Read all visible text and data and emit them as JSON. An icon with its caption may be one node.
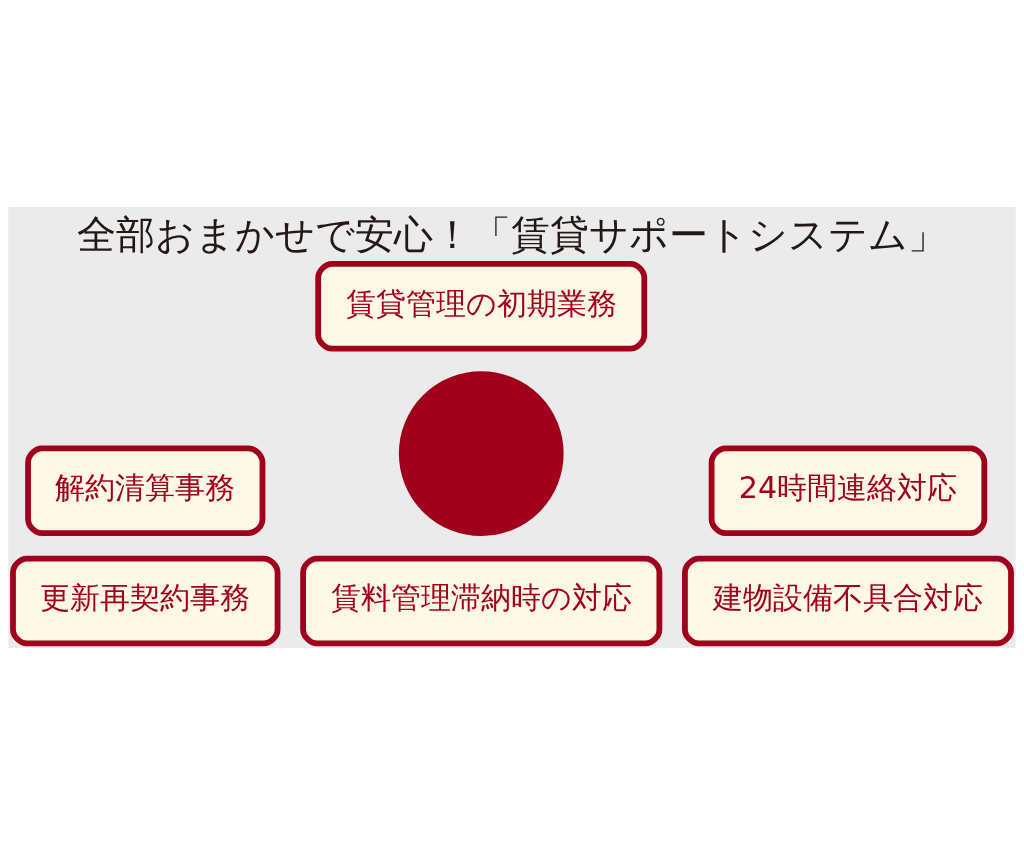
{
  "diagram": {
    "title": "全部おまかせで安心！「賃貸サポートシステム」",
    "nodes": [
      {
        "text": [],
        "shape": "circle"
      },
      {
        "text": [
          "賃貸管理の初期業務"
        ]
      },
      {
        "text": [
          "解約清算事務"
        ]
      },
      {
        "text": [
          "24時間連絡対応"
        ]
      },
      {
        "text": [
          "更新再契約事務"
        ]
      },
      {
        "text": [
          "建物設備不具合対応"
        ]
      },
      {
        "text": [
          "賃料管理滞納時の対応"
        ]
      }
    ],
    "edges": []
  }
}
